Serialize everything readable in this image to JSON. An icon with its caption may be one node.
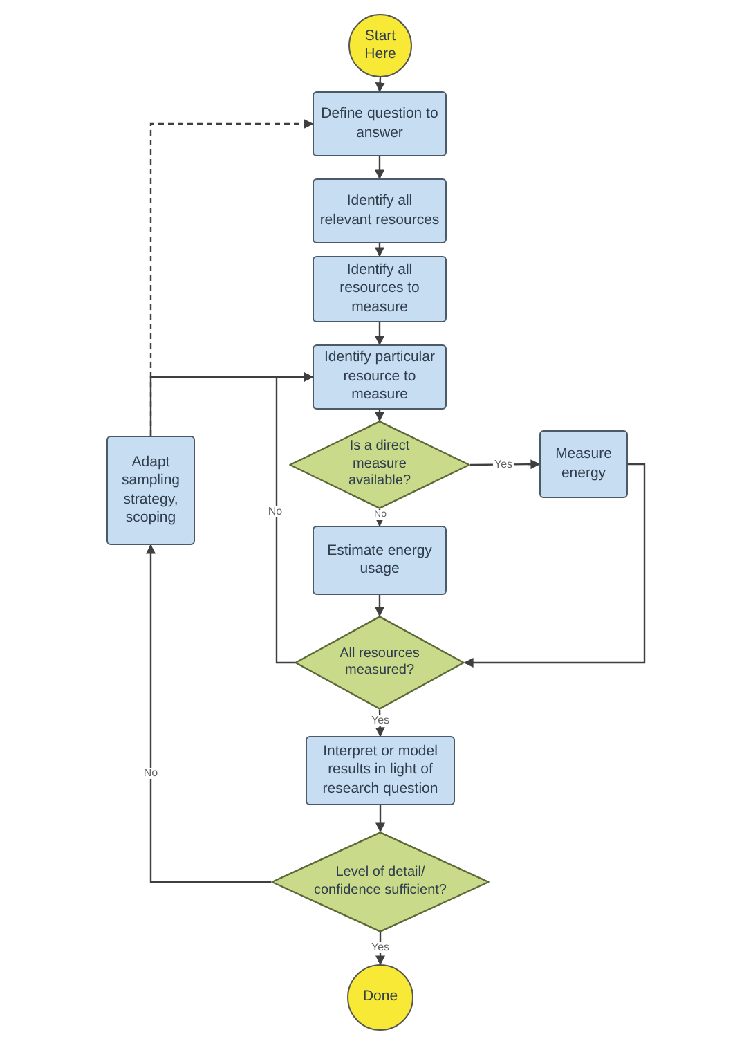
{
  "diagram": {
    "nodes": [
      {
        "text": [
          "Start Here"
        ]
      },
      {
        "text": [
          "Define question to answer"
        ]
      },
      {
        "text": [
          "Identify all relevant resources"
        ]
      },
      {
        "text": [
          "Identify all resources to measure"
        ]
      },
      {
        "text": [
          "Identify particular resource to measure"
        ]
      },
      {
        "text": [
          "Is a direct measure available?"
        ]
      },
      {
        "text": [
          "Measure energy"
        ]
      },
      {
        "text": [
          "Estimate energy usage"
        ]
      },
      {
        "text": [
          "All resources measured?"
        ]
      },
      {
        "text": [
          "Adapt sampling strategy, scoping"
        ]
      },
      {
        "text": [
          "Interpret or model results in light of research question"
        ]
      },
      {
        "text": [
          "Level of detail/ confidence sufficient?"
        ]
      },
      {
        "text": [
          "Done"
        ]
      }
    ],
    "edges": [
      {
        "from": 0,
        "to": 1,
        "arrow": "to"
      },
      {
        "from": 1,
        "to": 2,
        "arrow": "to"
      },
      {
        "from": 2,
        "to": 3,
        "arrow": "to"
      },
      {
        "from": 3,
        "to": 4,
        "arrow": "to"
      },
      {
        "from": 4,
        "to": 5,
        "arrow": "to"
      },
      {
        "from": 5,
        "to": 6,
        "arrow": "to",
        "label": "Yes"
      },
      {
        "from": 5,
        "to": 7,
        "arrow": "to",
        "label": "No"
      },
      {
        "from": 7,
        "to": 8,
        "arrow": "to"
      },
      {
        "from": 6,
        "to": 8,
        "arrow": "to"
      },
      {
        "from": 8,
        "to": 4,
        "arrow": "to",
        "label": "No"
      },
      {
        "from": 8,
        "to": 10,
        "arrow": "to",
        "label": "Yes"
      },
      {
        "from": 10,
        "to": 11,
        "arrow": "to"
      },
      {
        "from": 11,
        "to": 12,
        "arrow": "to",
        "label": "Yes"
      },
      {
        "from": 11,
        "to": 9,
        "arrow": "to",
        "label": "No"
      },
      {
        "from": 9,
        "to": 4,
        "arrow": "to"
      },
      {
        "from": 9,
        "to": 1,
        "arrow": "to",
        "style": "dashed"
      }
    ]
  }
}
